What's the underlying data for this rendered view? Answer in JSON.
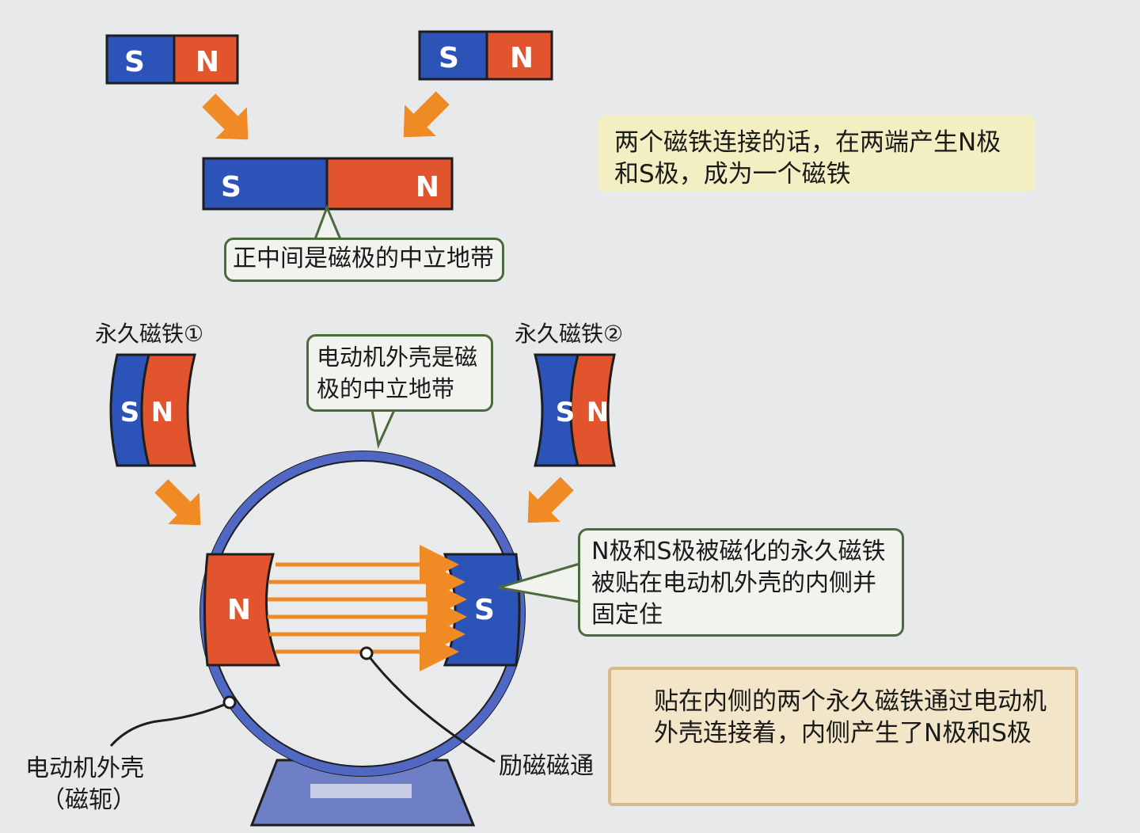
{
  "colors": {
    "north": "#e2542e",
    "south": "#2b53b8",
    "magnet_outline": "#1e1e1e",
    "arrow_orange": "#f08a24",
    "housing_blue": "#5067c4",
    "callout_border": "#4b6b3e",
    "note_yellow": "#f4efc2",
    "scroll_fill": "#f3e6c8",
    "scroll_edge": "#d9b98a",
    "background": "#e8e9eb"
  },
  "poles": {
    "s": "S",
    "n": "N"
  },
  "top_section": {
    "note": "两个磁铁连接的话，在两端产生N极和S极，成为一个磁铁",
    "callout_neutral": "正中间是磁极的中立地带"
  },
  "bottom_section": {
    "magnet1_label": "永久磁铁①",
    "magnet2_label": "永久磁铁②",
    "callout_housing": "电动机外壳是磁极的中立地带",
    "callout_magnets": "N极和S极被磁化的永久磁铁被贴在电动机外壳的内侧并固定住",
    "label_housing_1": "电动机外壳",
    "label_housing_2": "（磁轭）",
    "label_flux": "励磁磁通",
    "scroll_note": "贴在内侧的两个永久磁铁通过电动机外壳连接着，内侧产生了N极和S极"
  },
  "icons": [
    "arrow-down-right-icon",
    "arrow-down-left-icon",
    "flux-arrow-icon",
    "pointer-dot-icon"
  ]
}
